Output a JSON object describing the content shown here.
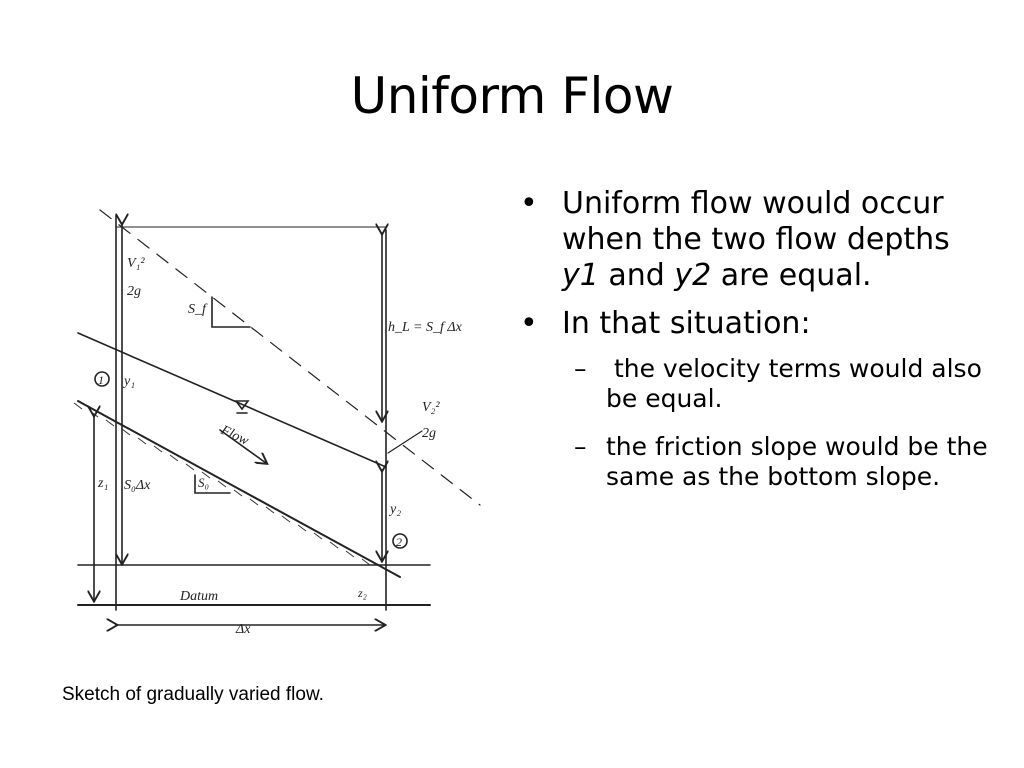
{
  "slide": {
    "title": "Uniform Flow",
    "caption": "Sketch of gradually varied flow."
  },
  "bullets": [
    {
      "parts": [
        "Uniform flow would occur when the two flow depths ",
        "y1",
        " and ",
        "y2",
        " are equal."
      ]
    },
    {
      "text": "In that situation:",
      "subitems": [
        " the velocity terms would also be equal.",
        "the friction slope would be the same as the bottom slope."
      ]
    }
  ],
  "sketch": {
    "labels": {
      "v1": "V₁²",
      "g1": "2g",
      "sf": "S_f",
      "section1": "1",
      "y1": "y₁",
      "flow": "Flow",
      "z1": "z₁",
      "so_dx": "S₀Δx",
      "so": "S₀",
      "hl": "h_L = S_f Δx",
      "v2": "V₂²",
      "g2": "2g",
      "y2": "y₂",
      "section2": "2",
      "z2": "z₂",
      "datum": "Datum",
      "dx": "Δx"
    }
  }
}
